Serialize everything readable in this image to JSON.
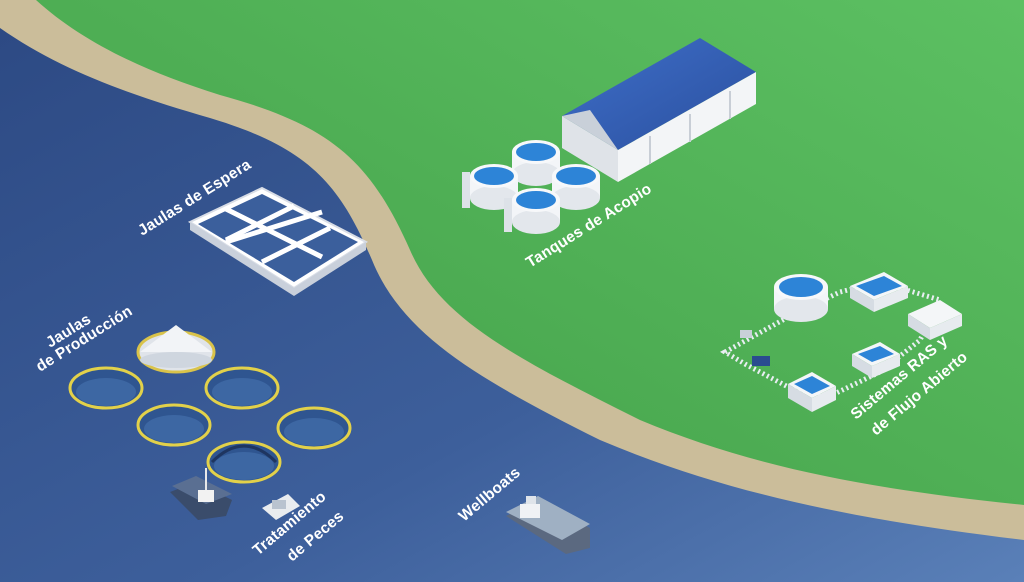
{
  "colors": {
    "sea_deep": "#2f4f88",
    "sea_light": "#4e74ad",
    "sand": "#c9bb98",
    "land_light": "#5cc062",
    "land_dark": "#3f9a45",
    "label": "#ffffff"
  },
  "labels": {
    "jaulas_espera": "Jaulas de Espera",
    "jaulas_produccion_line1": "Jaulas",
    "jaulas_produccion_line2": "de Producción",
    "tratamiento_line1": "Tratamiento",
    "tratamiento_line2": "de Peces",
    "wellboats": "Wellboats",
    "tanques_acopio": "Tanques de Acopio",
    "sistemas_line1": "Sistemas RAS y",
    "sistemas_line2": "de Flujo Abierto"
  },
  "icons": [
    "holding-pen-grid-icon",
    "production-cage-icon",
    "covered-cage-icon",
    "treatment-boat-icon",
    "wellboat-icon",
    "warehouse-icon",
    "storage-tank-icon",
    "ras-system-icon"
  ]
}
